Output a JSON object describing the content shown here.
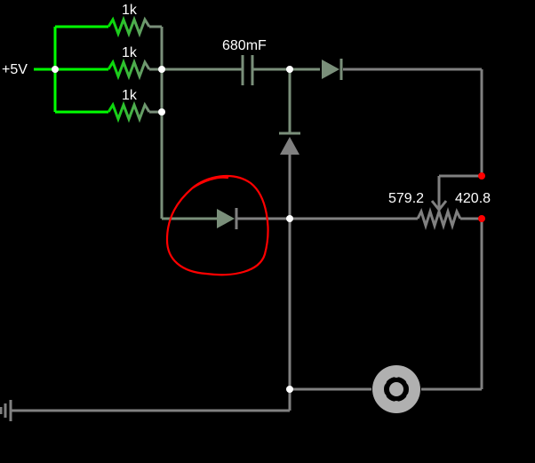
{
  "circuit": {
    "source_label": "+5V",
    "resistors": [
      {
        "label": "1k"
      },
      {
        "label": "1k"
      },
      {
        "label": "1k"
      }
    ],
    "capacitor_label": "680mF",
    "potentiometer": {
      "left_value": "579.2",
      "right_value": "420.8"
    },
    "colors": {
      "background": "#000000",
      "wire": "#808080",
      "powered_wire": "#00ff00",
      "node": "#ffffff",
      "red_node": "#ff0000",
      "annotation": "#ff0000",
      "label": "#ffffff"
    },
    "icons": [
      "resistor-icon",
      "capacitor-icon",
      "diode-icon",
      "potentiometer-icon",
      "lamp-icon",
      "ground-icon"
    ]
  }
}
